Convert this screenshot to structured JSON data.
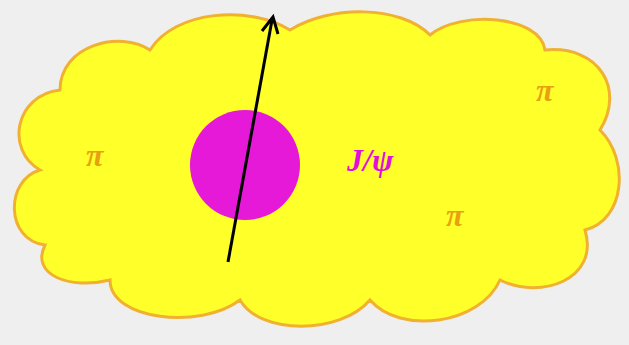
{
  "diagram": {
    "nodes": [
      {
        "text": [
          "π",
          "π",
          "π"
        ]
      },
      {
        "text": [
          "J/ψ"
        ],
        "in": 0
      }
    ]
  }
}
